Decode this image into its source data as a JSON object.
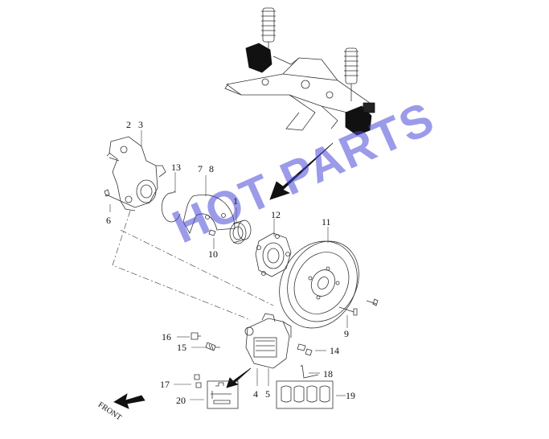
{
  "diagram": {
    "watermark": "HOT PARTS",
    "direction_label": "FRONT",
    "callouts": [
      {
        "id": "c2",
        "text": "2"
      },
      {
        "id": "c3",
        "text": "3"
      },
      {
        "id": "c13",
        "text": "13"
      },
      {
        "id": "c7",
        "text": "7"
      },
      {
        "id": "c8",
        "text": "8"
      },
      {
        "id": "c1",
        "text": "1"
      },
      {
        "id": "c12",
        "text": "12"
      },
      {
        "id": "c11",
        "text": "11"
      },
      {
        "id": "c6",
        "text": "6"
      },
      {
        "id": "c10",
        "text": "10"
      },
      {
        "id": "c9",
        "text": "9"
      },
      {
        "id": "c16",
        "text": "16"
      },
      {
        "id": "c15",
        "text": "15"
      },
      {
        "id": "c14",
        "text": "14"
      },
      {
        "id": "c18",
        "text": "18"
      },
      {
        "id": "c17",
        "text": "17"
      },
      {
        "id": "c20",
        "text": "20"
      },
      {
        "id": "c4",
        "text": "4"
      },
      {
        "id": "c5",
        "text": "5"
      },
      {
        "id": "c19",
        "text": "19"
      }
    ]
  }
}
